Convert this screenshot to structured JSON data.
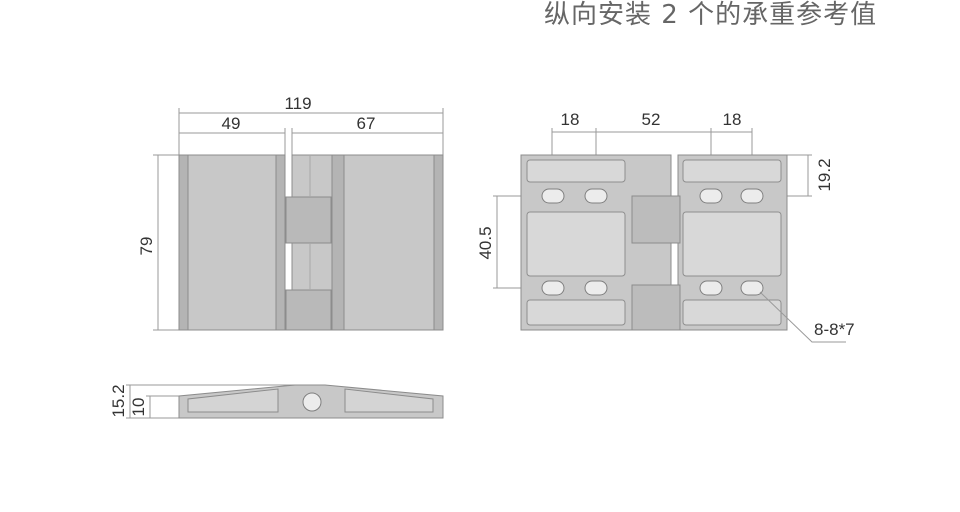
{
  "title": "纵向安装 2 个的承重参考值",
  "front_view": {
    "width_total": "119",
    "width_left": "49",
    "width_right": "67",
    "height": "79"
  },
  "side_view": {
    "height_total": "15.2",
    "height_leaf": "10"
  },
  "back_view": {
    "spacing_left": "18",
    "spacing_center": "52",
    "spacing_right": "18",
    "slot_height": "19.2",
    "hole_spacing_vertical": "40.5",
    "hole_spec": "8-8*7"
  }
}
